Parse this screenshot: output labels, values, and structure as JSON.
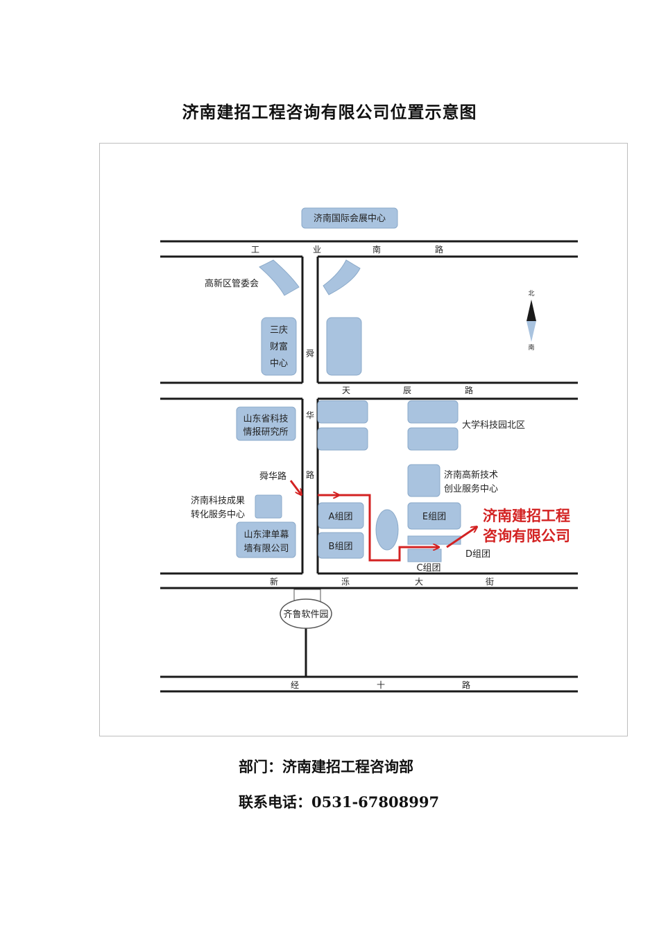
{
  "title": "济南建招工程咨询有限公司位置示意图",
  "map": {
    "landmarks": {
      "expo": "济南国际会展中心",
      "gaoxin_committee": "高新区管委会",
      "sanqing": [
        "三庆",
        "财富",
        "中心"
      ],
      "info_institute": [
        "山东省科技",
        "情报研究所"
      ],
      "tech_results": [
        "济南科技成果",
        "转化服务中心"
      ],
      "curtain_wall": [
        "山东津单幕",
        "墙有限公司"
      ],
      "univ_park": "大学科技园北区",
      "startup_center": [
        "济南高新技术",
        "创业服务中心"
      ],
      "group_a": "A组团",
      "group_b": "B组团",
      "group_c": "C组团",
      "group_d": "D组团",
      "group_e": "E组团",
      "qilu": "齐鲁软件园",
      "shunhua_label": "舜华路"
    },
    "roads": {
      "gongye": [
        "工",
        "业",
        "南",
        "路"
      ],
      "tianchen": [
        "天",
        "辰",
        "路"
      ],
      "xinluo": [
        "新",
        "泺",
        "大",
        "街"
      ],
      "jingshi": [
        "经",
        "十",
        "路"
      ],
      "shunhua_vertical": [
        "舜",
        "华",
        "路"
      ]
    },
    "target_company": [
      "济南建招工程",
      "咨询有限公司"
    ],
    "compass": {
      "north": "北",
      "south": "南"
    },
    "colors": {
      "building": "#a9c3df",
      "route": "#d32222",
      "road": "#1a1a1a"
    }
  },
  "department": "部门：济南建招工程咨询部",
  "contact": "联系电话：0531-67808997"
}
